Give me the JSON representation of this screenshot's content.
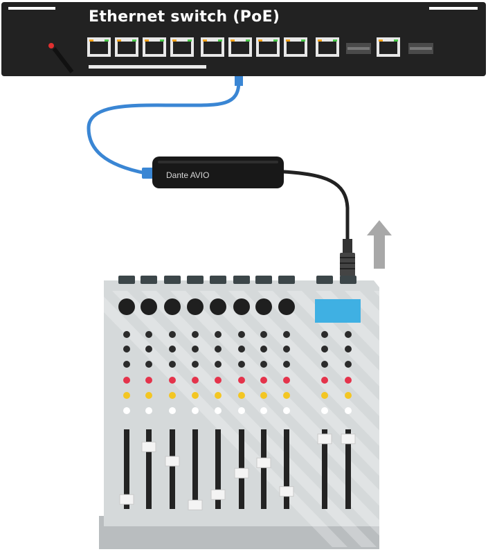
{
  "switch": {
    "title": "Ethernet switch (PoE)"
  },
  "adapter": {
    "label": "Dante AVIO"
  },
  "mixer": {
    "channel_strips": 8,
    "aux_strips": 2,
    "fader_levels": [
      0.12,
      0.78,
      0.6,
      0.05,
      0.18,
      0.45,
      0.58,
      0.22,
      0.88,
      0.88
    ]
  },
  "colors": {
    "switch_body": "#222222",
    "cable_blue": "#3a86d4",
    "adapter_body": "#181818",
    "mixer_face": "#d5d9da",
    "mixer_base": "#b9bdbf",
    "display": "#3fb0e3",
    "led_red": "#e4334b",
    "led_yellow": "#f3c623",
    "arrow": "#a8a8a8"
  }
}
